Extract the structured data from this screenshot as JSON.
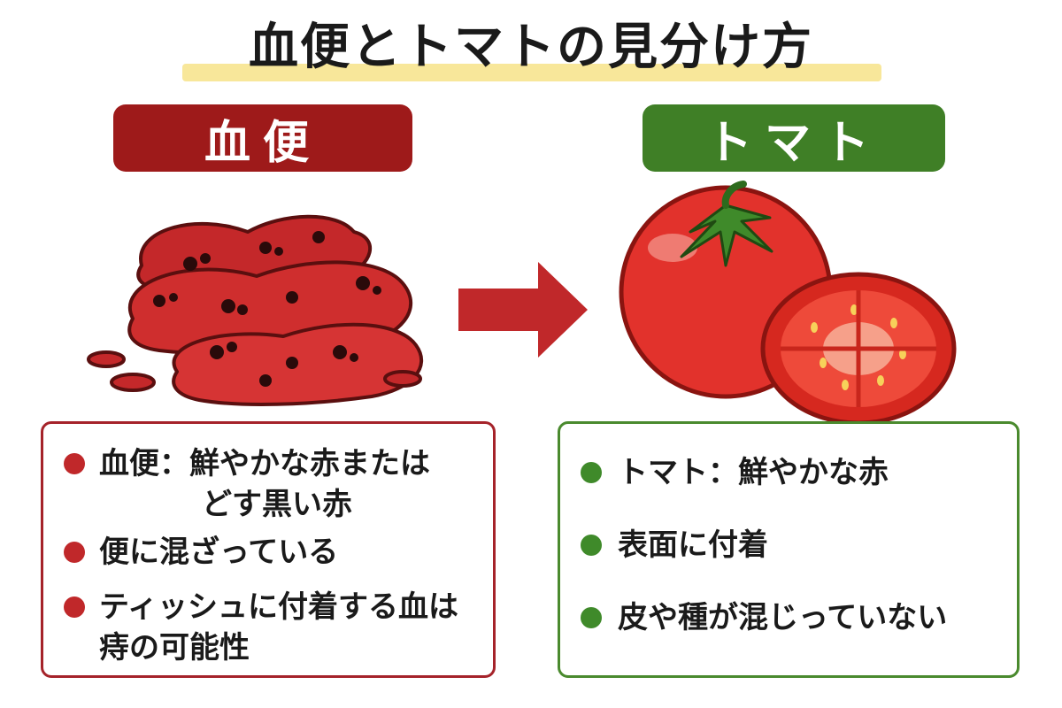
{
  "title": "血便とトマトの見分け方",
  "blood": {
    "label": "血便",
    "items": [
      {
        "line1": "血便：鮮やかな赤または",
        "line2": "どす黒い赤"
      },
      {
        "line1": "便に混ざっている"
      },
      {
        "line1": "ティッシュに付着する血は",
        "line2": "痔の可能性"
      }
    ]
  },
  "tomato": {
    "label": "トマト",
    "items": [
      {
        "line1": "トマト：鮮やかな赤"
      },
      {
        "line1": "表面に付着"
      },
      {
        "line1": "皮や種が混じっていない"
      }
    ]
  },
  "colors": {
    "blood_accent": "#9e1a1a",
    "tomato_accent": "#3f7f26",
    "highlight": "#f8e79a"
  },
  "icons": [
    "stool-illustration",
    "arrow-right-icon",
    "tomato-illustration"
  ]
}
